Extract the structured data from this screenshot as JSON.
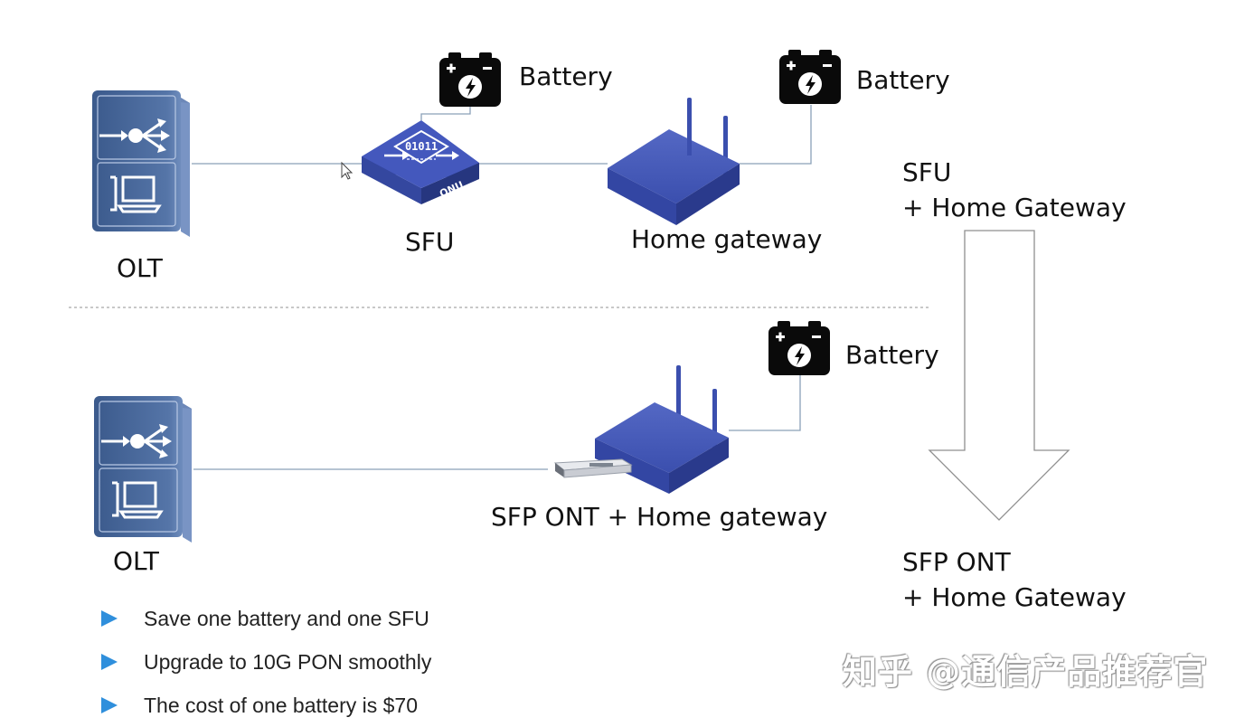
{
  "labels": {
    "olt_top": "OLT",
    "olt_bottom": "OLT",
    "sfu": "SFU",
    "home_gateway": "Home gateway",
    "battery_1": "Battery",
    "battery_2": "Battery",
    "battery_3": "Battery",
    "sfp_combo": "SFP ONT + Home gateway",
    "onu_badge": "ONU",
    "onu_bits": "01011"
  },
  "transition": {
    "from_line1": "SFU",
    "from_line2": "+ Home Gateway",
    "to_line1": "SFP ONT",
    "to_line2": "+ Home Gateway"
  },
  "bullets": [
    "Save one battery and one SFU",
    "Upgrade to 10G PON smoothly",
    "The cost of one battery is $70"
  ],
  "watermark": "知乎 @通信产品推荐官",
  "icons": {
    "olt": "olt-device-icon",
    "onu": "onu-box-icon",
    "router": "home-gateway-router-icon",
    "battery": "battery-icon",
    "sfp": "sfp-module-icon",
    "arrow": "down-arrow-icon",
    "bullet": "triangle-bullet-icon"
  },
  "colors": {
    "device_blue": "#3f54b3",
    "olt_blue": "#4a6a9c",
    "battery": "#0a0a0a",
    "bullet": "#2f8fdc",
    "line": "#8aa0b8"
  }
}
